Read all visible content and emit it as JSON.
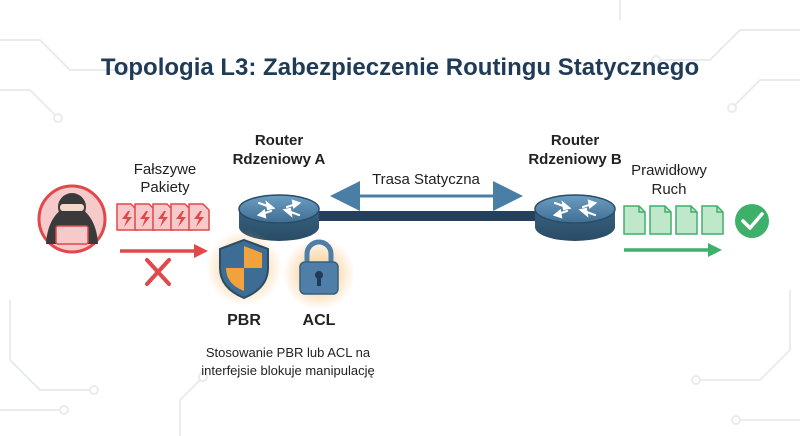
{
  "title": "Topologia L3: Zabezpieczenie Routingu Statycznego",
  "router_a": {
    "line1": "Router",
    "line2": "Rdzeniowy A"
  },
  "router_b": {
    "line1": "Router",
    "line2": "Rdzeniowy B"
  },
  "static_route": {
    "label": "Trasa Statyczna"
  },
  "fake_packets": {
    "line1": "Fałszywe",
    "line2": "Pakiety",
    "count": 5
  },
  "legit_traffic": {
    "line1": "Prawidłowy",
    "line2": "Ruch",
    "count": 4
  },
  "pbr": {
    "label": "PBR"
  },
  "acl": {
    "label": "ACL"
  },
  "note": {
    "line1": "Stosowanie PBR lub ACL na",
    "line2": "interfejsie blokuje manipulację"
  },
  "colors": {
    "title": "#1f3b57",
    "threat": "#e0484a",
    "threat_fill": "#f6c9ca",
    "ok": "#3fb06a",
    "ok_fill": "#bfe8cb",
    "router": "#3f6f93",
    "link": "#24405d",
    "route_arrow": "#4a7fa5",
    "shield_blue": "#3d6d95",
    "shield_orange": "#f2a23c",
    "lock": "#4f7ea8",
    "glow": "#f7b25a",
    "circuit": "#e9ecef"
  },
  "icons": {
    "attacker": "hacker-icon",
    "router": "router-icon",
    "shield": "shield-icon",
    "lock": "lock-icon",
    "check": "check-circle-icon",
    "cross": "cross-icon",
    "packet": "packet-icon"
  }
}
